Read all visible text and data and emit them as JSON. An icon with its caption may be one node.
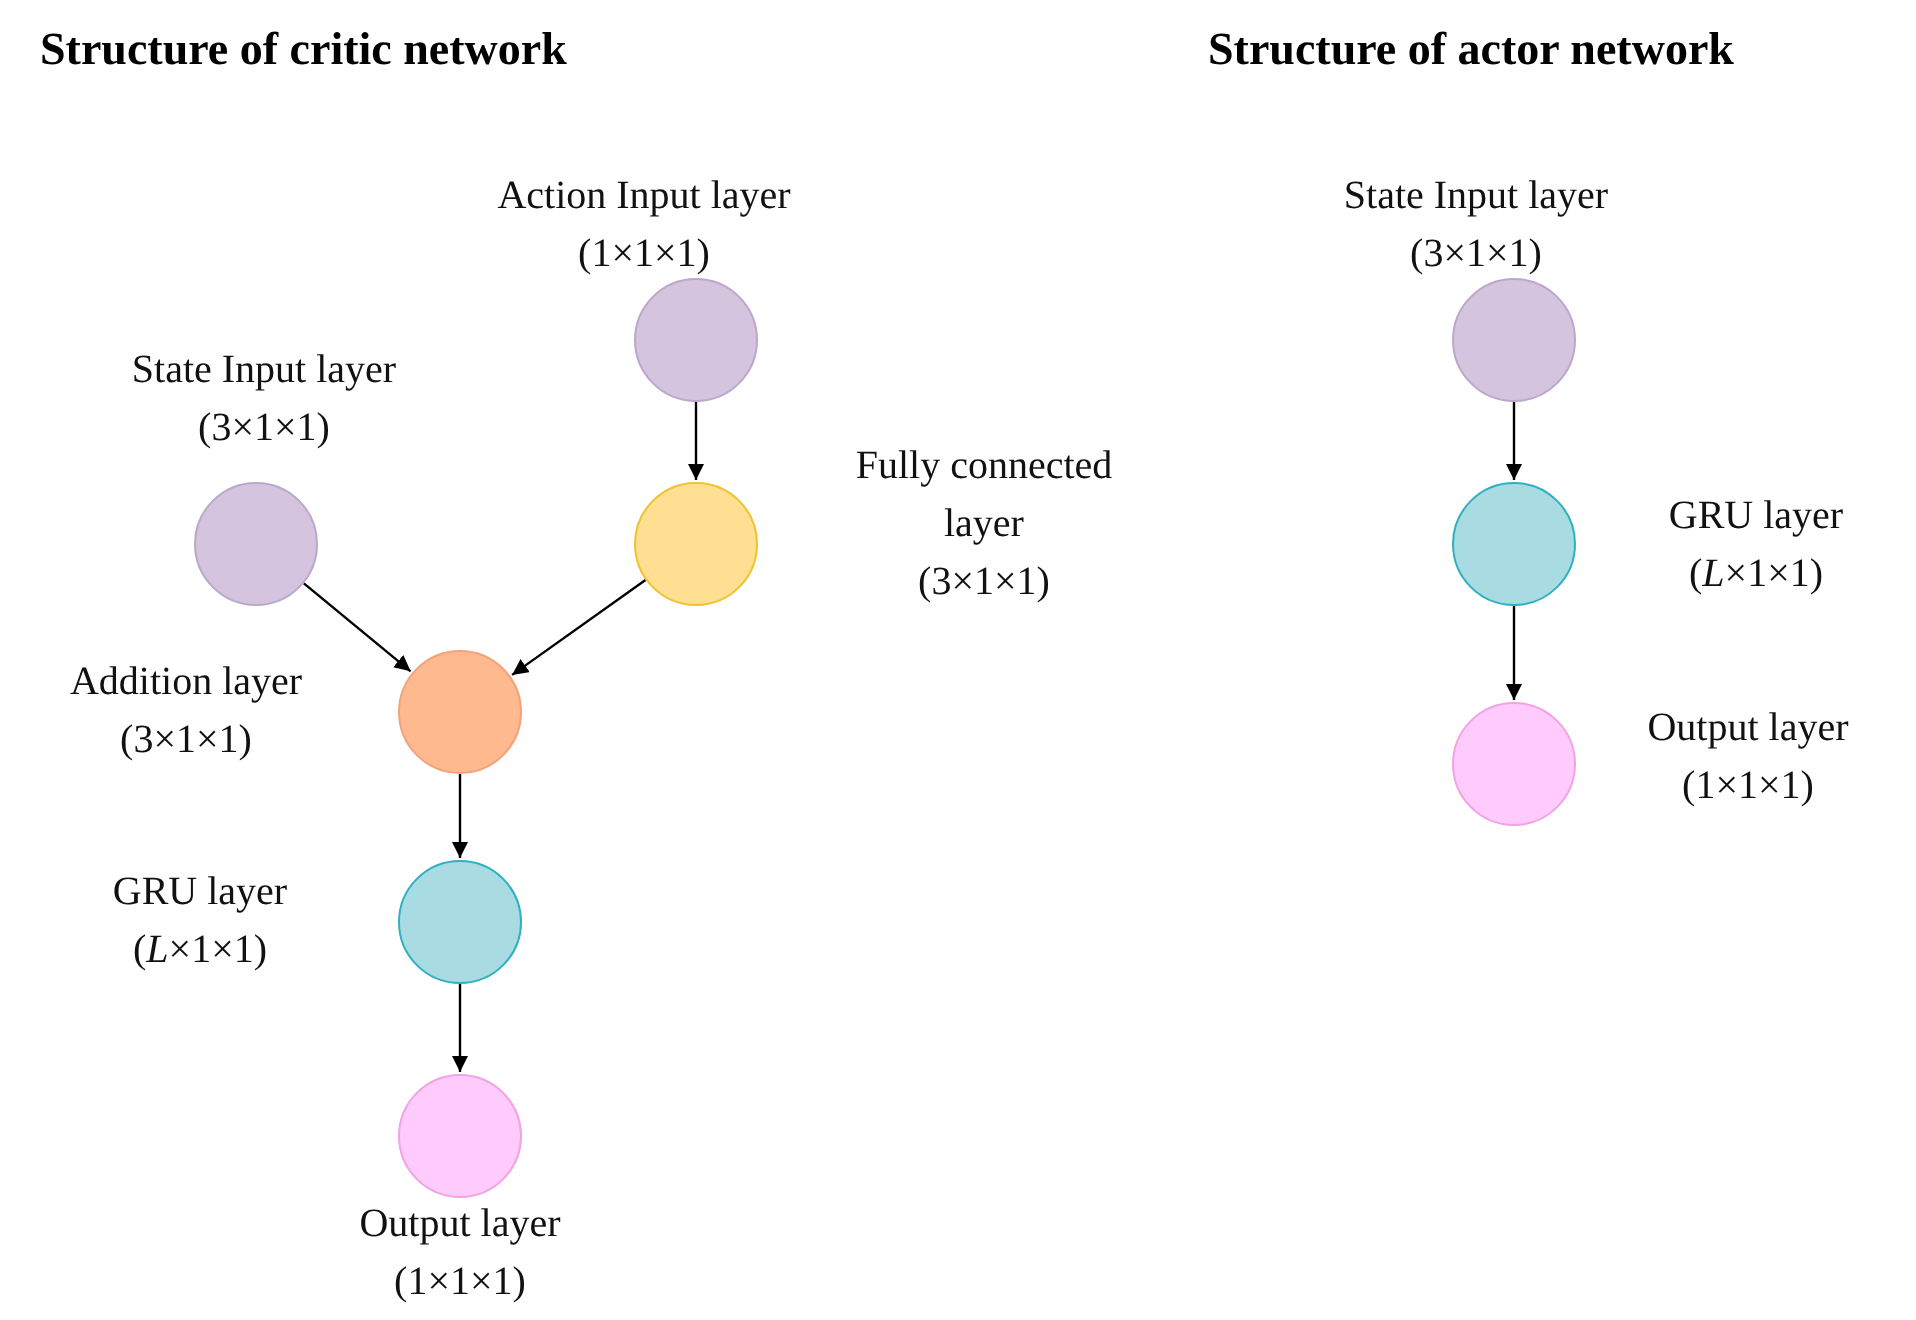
{
  "diagram": {
    "nodes": [
      {
        "text": [
          "Action Input layer",
          "(1×1×1)"
        ]
      },
      {
        "text": [
          "State Input layer",
          "(3×1×1)"
        ]
      },
      {
        "text": [
          "Fully connected layer",
          "(3×1×1)"
        ]
      },
      {
        "text": [
          "Addition layer",
          "(3×1×1)"
        ]
      },
      {
        "text": [
          "GRU layer",
          "(*L*×1×1)"
        ]
      },
      {
        "text": [
          "Output layer",
          "(1×1×1)"
        ]
      },
      {
        "text": [
          "State Input layer",
          "(3×1×1)"
        ]
      },
      {
        "text": [
          "GRU layer",
          "(*L*×1×1)"
        ]
      },
      {
        "text": [
          "Output layer",
          "(1×1×1)"
        ]
      }
    ],
    "edges": [
      {
        "from": 0,
        "to": 2,
        "arrow": "to"
      },
      {
        "from": 1,
        "to": 3,
        "arrow": "to"
      },
      {
        "from": 2,
        "to": 3,
        "arrow": "to"
      },
      {
        "from": 3,
        "to": 4,
        "arrow": "to"
      },
      {
        "from": 4,
        "to": 5,
        "arrow": "to"
      },
      {
        "from": 6,
        "to": 7,
        "arrow": "to"
      },
      {
        "from": 7,
        "to": 8,
        "arrow": "to"
      }
    ],
    "labels": [
      "Structure of critic network",
      "Structure of actor network"
    ]
  }
}
